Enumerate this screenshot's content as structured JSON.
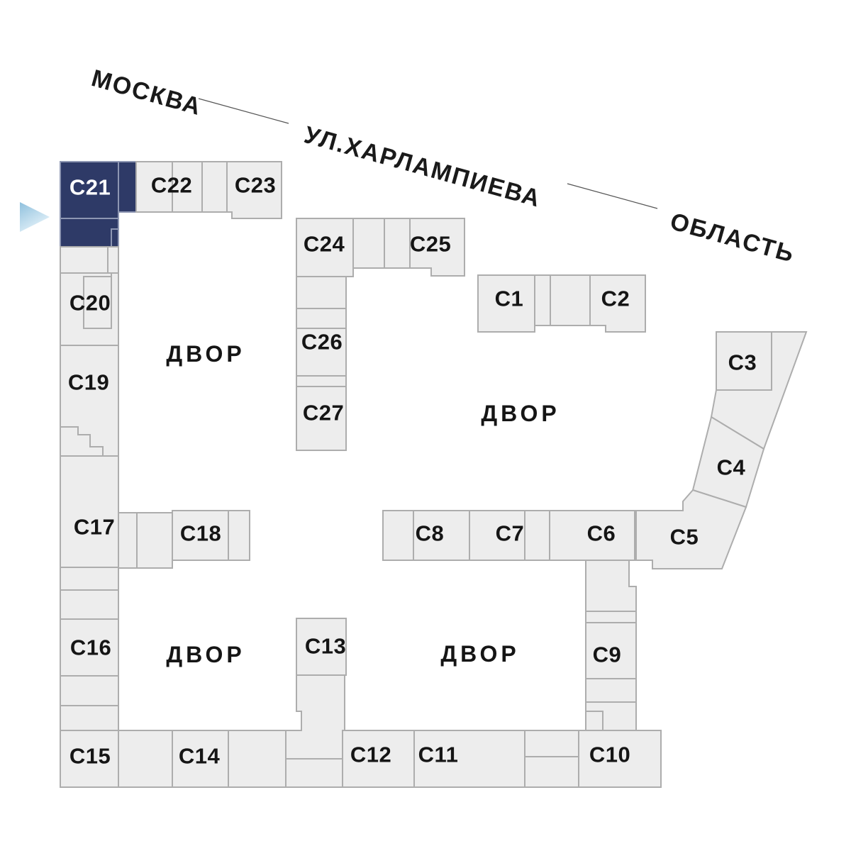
{
  "streets": {
    "moscow": "МОСКВА",
    "kharlampieva": "УЛ.ХАРЛАМПИЕВА",
    "oblast": "ОБЛАСТЬ"
  },
  "courtyard_label": "ДВОР",
  "selected_building": "С21",
  "buildings": {
    "c1": "С1",
    "c2": "С2",
    "c3": "С3",
    "c4": "С4",
    "c5": "С5",
    "c6": "С6",
    "c7": "С7",
    "c8": "С8",
    "c9": "С9",
    "c10": "С10",
    "c11": "С11",
    "c12": "С12",
    "c13": "С13",
    "c14": "С14",
    "c15": "С15",
    "c16": "С16",
    "c17": "С17",
    "c18": "С18",
    "c19": "С19",
    "c20": "С20",
    "c21": "С21",
    "c22": "С22",
    "c23": "С23",
    "c24": "С24",
    "c25": "С25",
    "c26": "С26",
    "c27": "С27"
  },
  "colors": {
    "background": "#ffffff",
    "building_fill": "#ededed",
    "building_border": "#adadad",
    "selected_fill": "#2e3a67",
    "selected_border": "#8d96b2",
    "selected_text": "#ffffff",
    "label_text": "#151515",
    "street_text": "#1a1a1a",
    "line_color": "#555555",
    "arrow_start": "#8fc0dd",
    "arrow_end": "#e6f3fa"
  }
}
